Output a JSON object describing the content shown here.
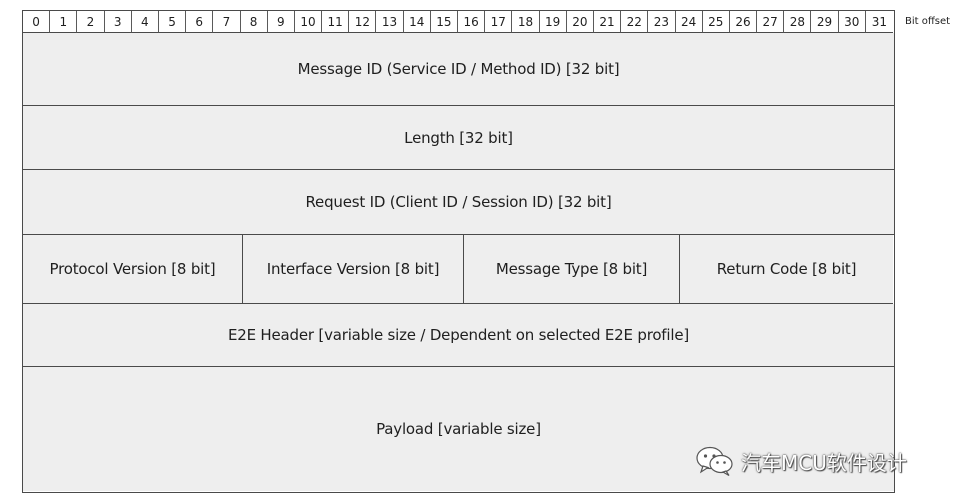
{
  "bits": [
    "0",
    "1",
    "2",
    "3",
    "4",
    "5",
    "6",
    "7",
    "8",
    "9",
    "10",
    "11",
    "12",
    "13",
    "14",
    "15",
    "16",
    "17",
    "18",
    "19",
    "20",
    "21",
    "22",
    "23",
    "24",
    "25",
    "26",
    "27",
    "28",
    "29",
    "30",
    "31"
  ],
  "bit_offset_label": "Bit offset",
  "rows": {
    "message_id": "Message ID (Service ID / Method ID) [32 bit]",
    "length": "Length [32 bit]",
    "request_id": "Request ID (Client ID / Session ID) [32 bit]",
    "fields": [
      "Protocol Version [8 bit]",
      "Interface Version [8 bit]",
      "Message Type [8 bit]",
      "Return Code [8 bit]"
    ],
    "e2e_header": "E2E Header [variable size / Dependent on selected E2E profile]",
    "payload": "Payload [variable size]"
  },
  "watermark": {
    "icon": "wechat-icon",
    "text": "汽车MCU软件设计"
  }
}
